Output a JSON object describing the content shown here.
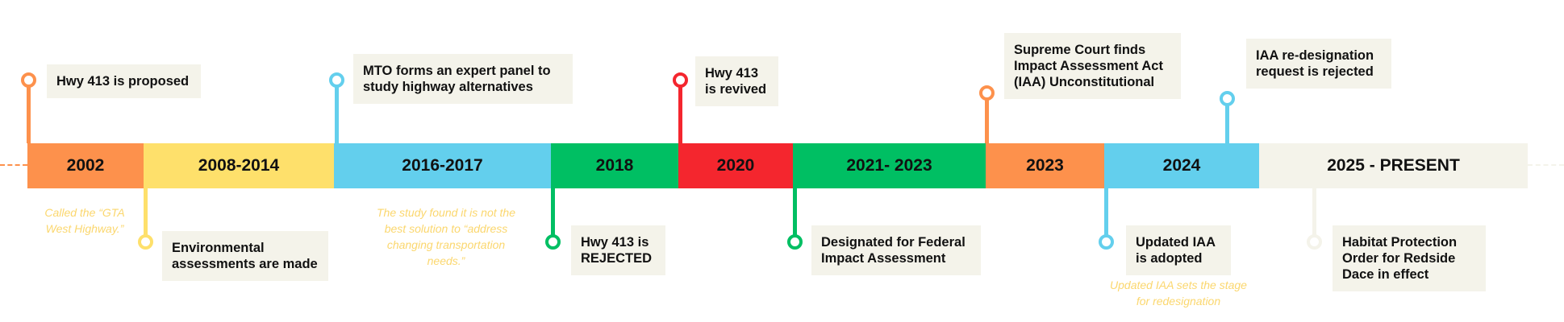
{
  "timeline": {
    "colors": {
      "orange": "#fd914c",
      "yellow": "#fee06b",
      "blue": "#63cfed",
      "green": "#00bf63",
      "red": "#f4262e",
      "cream": "#f4f3ea",
      "note": "#fbd76e"
    },
    "segments": [
      {
        "label": "2002",
        "color": "#fd914c"
      },
      {
        "label": "2008-2014",
        "color": "#fee06b"
      },
      {
        "label": "2016-2017",
        "color": "#63cfed"
      },
      {
        "label": "2018",
        "color": "#00bf63"
      },
      {
        "label": "2020",
        "color": "#f4262e"
      },
      {
        "label": "2021- 2023",
        "color": "#00bf63"
      },
      {
        "label": "2023",
        "color": "#fd914c"
      },
      {
        "label": "2024",
        "color": "#63cfed"
      },
      {
        "label": "2025 - PRESENT",
        "color": "#f4f3ea"
      }
    ],
    "events": [
      {
        "text": "Hwy 413 is proposed",
        "color": "#fd914c"
      },
      {
        "text": "Environmental\nassessments are made",
        "color": "#fee06b"
      },
      {
        "text": "MTO forms an expert panel to\nstudy highway alternatives",
        "color": "#63cfed"
      },
      {
        "text": "Hwy 413 is\nREJECTED",
        "color": "#00bf63"
      },
      {
        "text": "Hwy 413\nis revived",
        "color": "#f4262e"
      },
      {
        "text": "Designated for Federal\nImpact Assessment",
        "color": "#00bf63"
      },
      {
        "text": "Supreme Court finds\nImpact Assessment Act\n(IAA) Unconstitutional",
        "color": "#fd914c"
      },
      {
        "text": "Updated IAA\nis adopted",
        "color": "#63cfed"
      },
      {
        "text": "IAA re-designation\nrequest is rejected",
        "color": "#63cfed"
      },
      {
        "text": "Habitat Protection\nOrder for Redside\nDace in effect",
        "color": "#f4f3ea"
      }
    ],
    "notes": [
      "Called the “GTA\nWest Highway.”",
      "The study found it is not the\nbest solution to “address\nchanging transportation\nneeds.”",
      "Updated IAA sets the stage\nfor redesignation"
    ]
  }
}
